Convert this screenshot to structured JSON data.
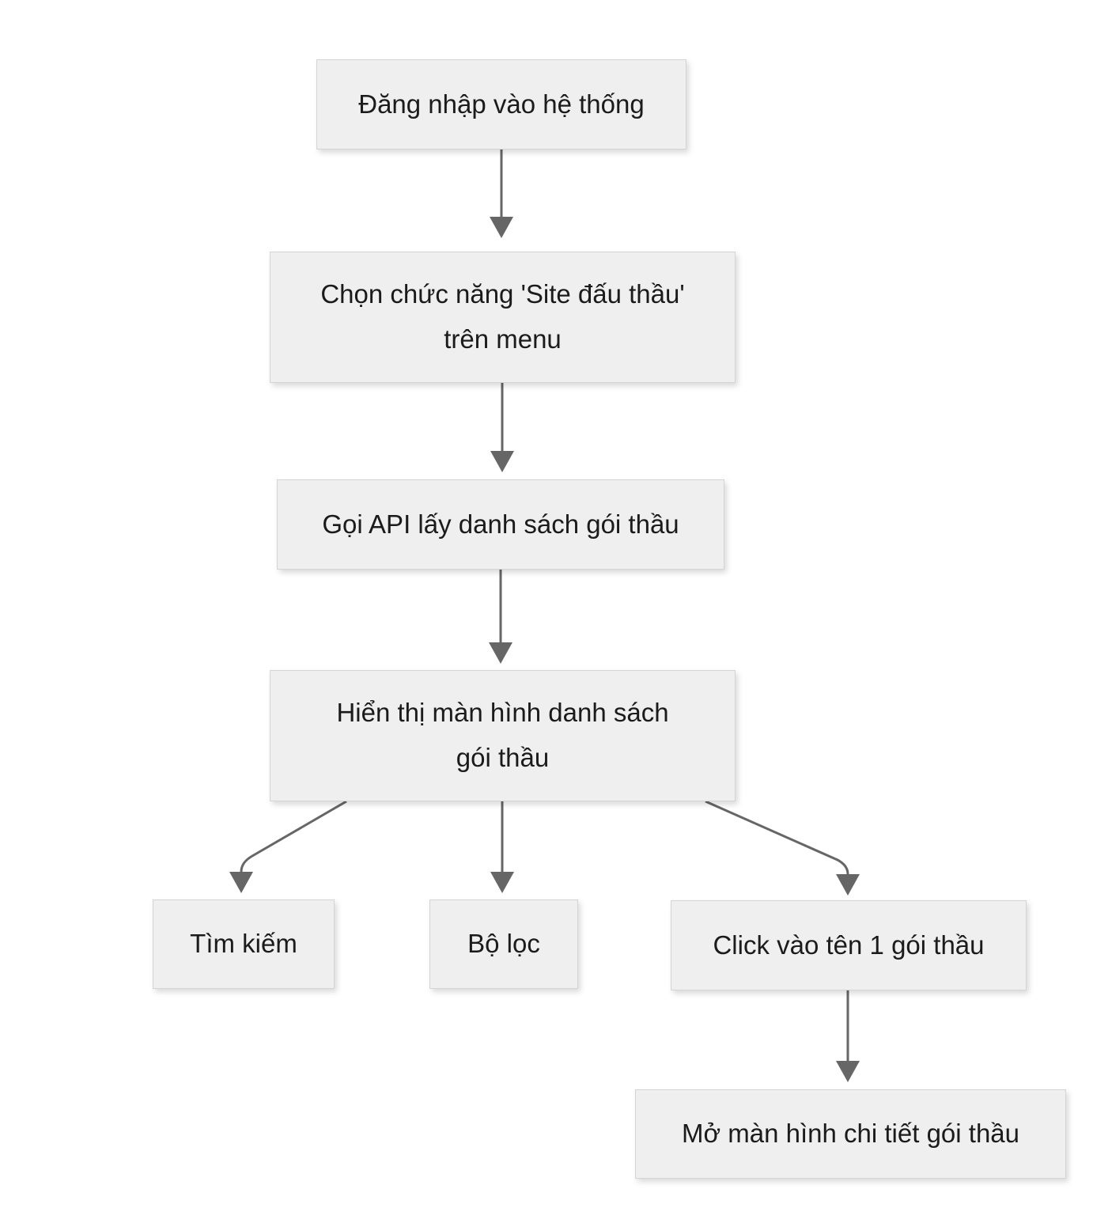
{
  "diagram": {
    "title": "Flowchart - Site dau thau",
    "colors": {
      "background": "#ffffff",
      "node_fill": "#efefef",
      "node_border": "#d4d4d4",
      "arrow": "#666666",
      "text": "#1b1b1b"
    },
    "nodes": [
      {
        "id": "login",
        "label": "Đăng nhập vào hệ thống"
      },
      {
        "id": "menu",
        "label": "Chọn chức năng 'Site đấu thầu'\ntrên menu"
      },
      {
        "id": "api",
        "label": "Gọi API lấy danh sách gói thầu"
      },
      {
        "id": "list",
        "label": "Hiển thị màn hình danh sách\ngói thầu"
      },
      {
        "id": "search",
        "label": "Tìm kiếm"
      },
      {
        "id": "filter",
        "label": "Bộ lọc"
      },
      {
        "id": "click",
        "label": "Click vào tên 1 gói thầu"
      },
      {
        "id": "detail",
        "label": "Mở màn hình chi tiết gói thầu"
      }
    ],
    "edges": [
      {
        "from": "login",
        "to": "menu"
      },
      {
        "from": "menu",
        "to": "api"
      },
      {
        "from": "api",
        "to": "list"
      },
      {
        "from": "list",
        "to": "search"
      },
      {
        "from": "list",
        "to": "filter"
      },
      {
        "from": "list",
        "to": "click"
      },
      {
        "from": "click",
        "to": "detail"
      }
    ]
  }
}
